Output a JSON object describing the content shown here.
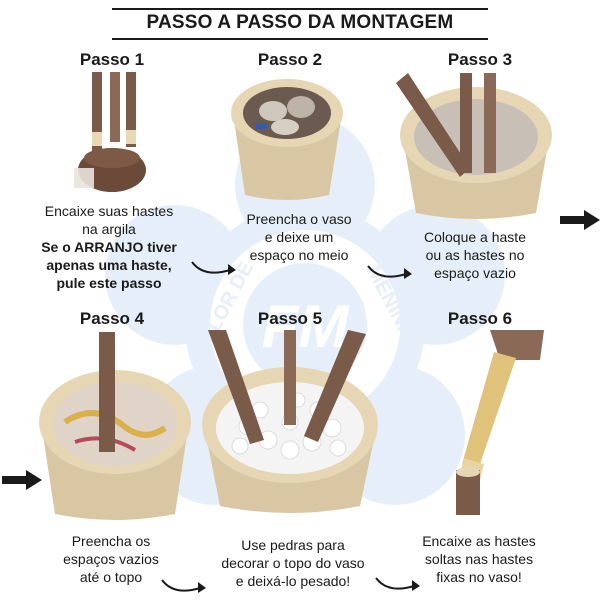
{
  "title": "PASSO A PASSO DA MONTAGEM",
  "steps": [
    {
      "label": "Passo 1",
      "caption": [
        "Encaixe suas hastes",
        "na argila"
      ],
      "caption_bold": [
        "Se o ARRANJO tiver",
        "apenas uma haste,",
        "pule este passo"
      ]
    },
    {
      "label": "Passo 2",
      "caption": [
        "Preencha o vaso",
        "e deixe um",
        "espaço no meio"
      ]
    },
    {
      "label": "Passo 3",
      "caption": [
        "Coloque a haste",
        "ou as hastes no",
        "espaço vazio"
      ]
    },
    {
      "label": "Passo 4",
      "caption": [
        "Preencha os",
        "espaços vazios",
        "até o topo"
      ]
    },
    {
      "label": "Passo 5",
      "caption": [
        "Use pedras para",
        "decorar o topo do vaso",
        "e deixá-lo pesado!"
      ]
    },
    {
      "label": "Passo 6",
      "caption": [
        "Encaixe as hastes",
        "soltas nas hastes",
        "fixas no vaso!"
      ]
    }
  ],
  "watermark": {
    "monogram": "FM",
    "arc_left": "FLOR DE",
    "arc_right": "MENINA"
  },
  "colors": {
    "text": "#1a1a1a",
    "watermark": "#cfe0f5",
    "pot": "#d9c7a4",
    "stem": "#7a5a48"
  }
}
